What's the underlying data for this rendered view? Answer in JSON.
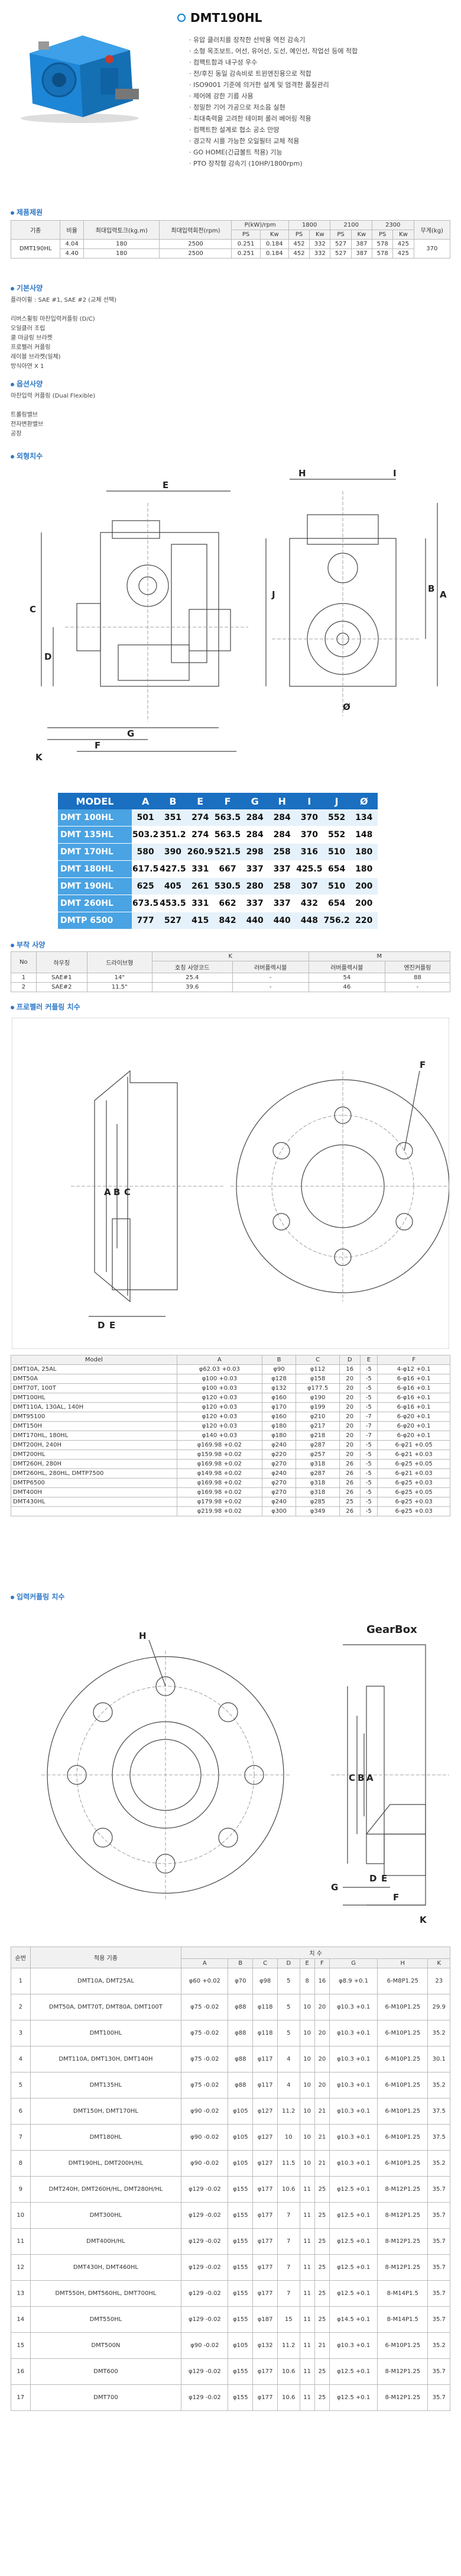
{
  "title": "DMT190HL",
  "features": [
    "· 유압 클러치를 장착한 선박용 역전 감속기",
    "· 소형 목조보트, 어선, 유어선, 도선, 예인선, 작업선 등에 적합",
    "· 컴팩트함과 내구성 우수",
    "· 전/후진 동일 감속비로 트윈엔진용으로 적합",
    "· ISO9001 기준에 의거한 설계 및 엄격한 품질관리",
    "· 제어에 강한 기름 사용",
    "· 정밀한 기어 가공으로 저소음 실현",
    "· 최대축력을 고려한 테이퍼 롤러 베어링 적용",
    "· 컴팩트한 설계로 협소 공소 만땅",
    "· 경고작 시를 가능한 오일필터 교체 적용",
    "· GO HOME(긴급볼트 적용) 기능",
    "· PTO 장착형 감속기 (10HP/1800rpm)"
  ],
  "sections": {
    "spec": "제품제원",
    "basic": "기본사양",
    "option": "옵션사양",
    "outline": "외형치수",
    "mount": "부착 사양",
    "propeller": "프로펠러 커플링 치수",
    "input": "입력커플링 치수"
  },
  "spec_table": {
    "headers": [
      "기종",
      "비율",
      "최대입력토크(kg.m)",
      "최대입력회전(rpm)",
      "P(kW)/rpm",
      "1800",
      "2100",
      "2300",
      "무게(kg)"
    ],
    "sub": [
      "PS",
      "Kw",
      "PS",
      "Kw",
      "PS",
      "Kw",
      "PS",
      "Kw"
    ],
    "model": "DMT190HL",
    "rows": [
      [
        "4.04",
        "180",
        "2500",
        "0.251",
        "0.184",
        "452",
        "332",
        "527",
        "387",
        "578",
        "425",
        "370"
      ],
      [
        "4.40",
        "180",
        "2500",
        "0.251",
        "0.184",
        "452",
        "332",
        "527",
        "387",
        "578",
        "425",
        ""
      ]
    ]
  },
  "basic_list": [
    "플라이휠 : SAE #1, SAE #2 (교체 선택)",
    "",
    "리버스휠링 마찬입력커플링 (D/C)",
    "오일클러 조립",
    "쿨 마글링 브라켓",
    "프로펠러 커플링",
    "레이블 브라켓(일체)",
    "방식아연 X 1"
  ],
  "option_list": [
    "마찬입력 커플링 (Dual Flexible)",
    "",
    "트롤링밸브",
    "전자변환밸브",
    "공장"
  ],
  "model_table": {
    "headers": [
      "MODEL",
      "A",
      "B",
      "E",
      "F",
      "G",
      "H",
      "I",
      "J",
      "Ø"
    ],
    "rows": [
      [
        "DMT 100HL",
        "501",
        "351",
        "274",
        "563.5",
        "284",
        "284",
        "370",
        "552",
        "134"
      ],
      [
        "DMT 135HL",
        "503.2",
        "351.2",
        "274",
        "563.5",
        "284",
        "284",
        "370",
        "552",
        "148"
      ],
      [
        "DMT 170HL",
        "580",
        "390",
        "260.9",
        "521.5",
        "298",
        "258",
        "316",
        "510",
        "180"
      ],
      [
        "DMT 180HL",
        "617.5",
        "427.5",
        "331",
        "667",
        "337",
        "337",
        "425.5",
        "654",
        "180"
      ],
      [
        "DMT 190HL",
        "625",
        "405",
        "261",
        "530.5",
        "280",
        "258",
        "307",
        "510",
        "200"
      ],
      [
        "DMT 260HL",
        "673.5",
        "453.5",
        "331",
        "662",
        "337",
        "337",
        "432",
        "654",
        "200"
      ],
      [
        "DMTP 6500",
        "777",
        "527",
        "415",
        "842",
        "440",
        "440",
        "448",
        "756.2",
        "220"
      ]
    ]
  },
  "mount_table": {
    "headers": [
      "No",
      "하우징",
      "드라이브형",
      "K",
      "M"
    ],
    "sub": [
      "호칭 사양코드",
      "러버플렉시블",
      "러버플렉시블",
      "엔진커플링"
    ],
    "rows": [
      [
        "1",
        "SAE#1",
        "14\"",
        "25.4",
        "-",
        "54",
        "88"
      ],
      [
        "2",
        "SAE#2",
        "11.5\"",
        "39.6",
        "-",
        "46",
        "-"
      ]
    ]
  },
  "prop_labels": [
    "A",
    "B",
    "C",
    "D",
    "E",
    "F"
  ],
  "prop_table": {
    "headers": [
      "Model",
      "A",
      "B",
      "C",
      "D",
      "E",
      "F"
    ],
    "rows": [
      [
        "DMT10A, 25AL",
        "φ62.03 +0.03",
        "φ90",
        "φ112",
        "16",
        "-5",
        "4-φ12 +0.1"
      ],
      [
        "DMT50A",
        "φ100 +0.03",
        "φ128",
        "φ158",
        "20",
        "-5",
        "6-φ16 +0.1"
      ],
      [
        "DMT70T, 100T",
        "φ100 +0.03",
        "φ132",
        "φ177.5",
        "20",
        "-5",
        "6-φ16 +0.1"
      ],
      [
        "DMT100HL",
        "φ120 +0.03",
        "φ160",
        "φ190",
        "20",
        "-5",
        "6-φ16 +0.1"
      ],
      [
        "DMT110A, 130AL, 140H",
        "φ120 +0.03",
        "φ170",
        "φ199",
        "20",
        "-5",
        "6-φ16 +0.1"
      ],
      [
        "DMT95100",
        "φ120 +0.03",
        "φ160",
        "φ210",
        "20",
        "-7",
        "6-φ20 +0.1"
      ],
      [
        "DMT150H",
        "φ120 +0.03",
        "φ180",
        "φ217",
        "20",
        "-7",
        "6-φ20 +0.1"
      ],
      [
        "DMT170HL, 180HL",
        "φ140 +0.03",
        "φ180",
        "φ218",
        "20",
        "-7",
        "6-φ20 +0.1"
      ],
      [
        "DMT200H, 240H",
        "φ169.98 +0.02",
        "φ240",
        "φ287",
        "20",
        "-5",
        "6-φ21 +0.05"
      ],
      [
        "DMT200HL",
        "φ159.98 +0.02",
        "φ220",
        "φ257",
        "20",
        "-5",
        "6-φ21 +0.03"
      ],
      [
        "DMT260H, 280H",
        "φ169.98 +0.02",
        "φ270",
        "φ318",
        "26",
        "-5",
        "6-φ25 +0.05"
      ],
      [
        "DMT260HL, 280HL, DMTP7500",
        "φ149.98 +0.02",
        "φ240",
        "φ287",
        "26",
        "-5",
        "6-φ21 +0.03"
      ],
      [
        "DMTP6500",
        "φ169.98 +0.02",
        "φ270",
        "φ318",
        "26",
        "-5",
        "6-φ25 +0.03"
      ],
      [
        "DMT400H",
        "φ169.98 +0.02",
        "φ270",
        "φ318",
        "26",
        "-5",
        "6-φ25 +0.05"
      ],
      [
        "DMT430HL",
        "φ179.98 +0.02",
        "φ240",
        "φ285",
        "25",
        "-5",
        "6-φ25 +0.03"
      ],
      [
        "",
        "φ219.98 +0.02",
        "φ300",
        "φ349",
        "26",
        "-5",
        "6-φ25 +0.03"
      ]
    ]
  },
  "input_labels": [
    "H",
    "GearBox",
    "C",
    "B",
    "A",
    "G",
    "D",
    "E",
    "F",
    "K"
  ],
  "input_table": {
    "headers": [
      "순번",
      "적용 기종",
      "치 수"
    ],
    "sub": [
      "A",
      "B",
      "C",
      "D",
      "E",
      "F",
      "G",
      "H",
      "K"
    ],
    "rows": [
      [
        "1",
        "DMT10A, DMT25AL",
        "φ60 +0.02",
        "φ70",
        "φ98",
        "5",
        "8",
        "16",
        "φ8.9 +0.1",
        "6-M8P1.25",
        "23"
      ],
      [
        "2",
        "DMT50A, DMT70T, DMT80A, DMT100T",
        "φ75 -0.02",
        "φ88",
        "φ118",
        "5",
        "10",
        "20",
        "φ10.3 +0.1",
        "6-M10P1.25",
        "29.9"
      ],
      [
        "3",
        "DMT100HL",
        "φ75 -0.02",
        "φ88",
        "φ118",
        "5",
        "10",
        "20",
        "φ10.3 +0.1",
        "6-M10P1.25",
        "35.2"
      ],
      [
        "4",
        "DMT110A, DMT130H, DMT140H",
        "φ75 -0.02",
        "φ88",
        "φ117",
        "4",
        "10",
        "20",
        "φ10.3 +0.1",
        "6-M10P1.25",
        "30.1"
      ],
      [
        "5",
        "DMT135HL",
        "φ75 -0.02",
        "φ88",
        "φ117",
        "4",
        "10",
        "20",
        "φ10.3 +0.1",
        "6-M10P1.25",
        "35.2"
      ],
      [
        "6",
        "DMT150H, DMT170HL",
        "φ90 -0.02",
        "φ105",
        "φ127",
        "11.2",
        "10",
        "21",
        "φ10.3 +0.1",
        "6-M10P1.25",
        "37.5"
      ],
      [
        "7",
        "DMT180HL",
        "φ90 -0.02",
        "φ105",
        "φ127",
        "10",
        "10",
        "21",
        "φ10.3 +0.1",
        "6-M10P1.25",
        "37.5"
      ],
      [
        "8",
        "DMT190HL, DMT200H/HL",
        "φ90 -0.02",
        "φ105",
        "φ127",
        "11.5",
        "10",
        "21",
        "φ10.3 +0.1",
        "6-M10P1.25",
        "35.2"
      ],
      [
        "9",
        "DMT240H, DMT260H/HL, DMT280H/HL",
        "φ129 -0.02",
        "φ155",
        "φ177",
        "10.6",
        "11",
        "25",
        "φ12.5 +0.1",
        "8-M12P1.25",
        "35.7"
      ],
      [
        "10",
        "DMT300HL",
        "φ129 -0.02",
        "φ155",
        "φ177",
        "7",
        "11",
        "25",
        "φ12.5 +0.1",
        "8-M12P1.25",
        "35.7"
      ],
      [
        "11",
        "DMT400H/HL",
        "φ129 -0.02",
        "φ155",
        "φ177",
        "7",
        "11",
        "25",
        "φ12.5 +0.1",
        "8-M12P1.25",
        "35.7"
      ],
      [
        "12",
        "DMT430H, DMT460HL",
        "φ129 -0.02",
        "φ155",
        "φ177",
        "7",
        "11",
        "25",
        "φ12.5 +0.1",
        "8-M12P1.25",
        "35.7"
      ],
      [
        "13",
        "DMT550H, DMT560HL, DMT700HL",
        "φ129 -0.02",
        "φ155",
        "φ177",
        "7",
        "11",
        "25",
        "φ12.5 +0.1",
        "8-M14P1.5",
        "35.7"
      ],
      [
        "14",
        "DMT550HL",
        "φ129 -0.02",
        "φ155",
        "φ187",
        "15",
        "11",
        "25",
        "φ14.5 +0.1",
        "8-M14P1.5",
        "35.7"
      ],
      [
        "15",
        "DMT500N",
        "φ90 -0.02",
        "φ105",
        "φ132",
        "11.2",
        "11",
        "21",
        "φ10.3 +0.1",
        "6-M10P1.25",
        "35.2"
      ],
      [
        "16",
        "DMT600",
        "φ129 -0.02",
        "φ155",
        "φ177",
        "10.6",
        "11",
        "25",
        "φ12.5 +0.1",
        "8-M12P1.25",
        "35.7"
      ],
      [
        "17",
        "DMT700",
        "φ129 -0.02",
        "φ155",
        "φ177",
        "10.6",
        "11",
        "25",
        "φ12.5 +0.1",
        "8-M12P1.25",
        "35.7"
      ]
    ]
  },
  "colors": {
    "accent": "#2f79c8",
    "header_blue": "#1a6fc1",
    "model_blue": "#4aa3e3",
    "product": "#1e86d6"
  }
}
